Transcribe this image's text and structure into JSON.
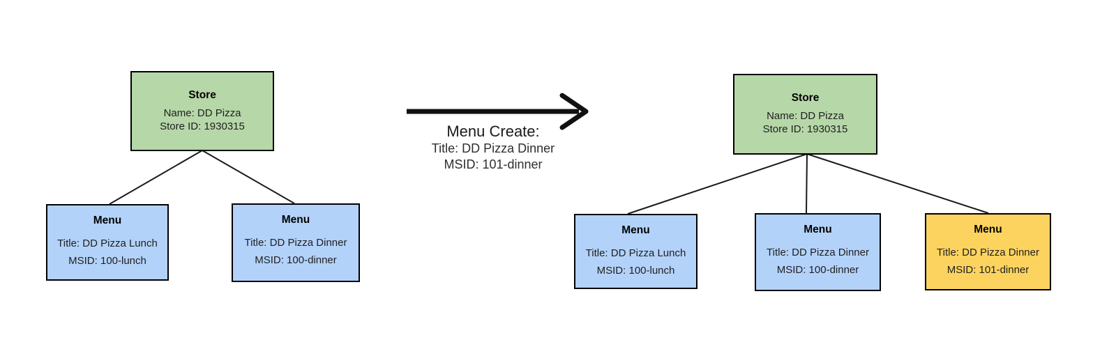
{
  "colors": {
    "store_fill": "#b6d7a8",
    "menu_fill": "#b3d2f9",
    "new_menu_fill": "#fbd35e",
    "box_border": "#000000",
    "connector_line": "#1a1a1a",
    "arrow": "#111111",
    "text": "#1f1f1f"
  },
  "before": {
    "store": {
      "title": "Store",
      "name": "Name: DD Pizza",
      "store_id": "Store ID: 1930315"
    },
    "menus": [
      {
        "title": "Menu",
        "menu_title": "Title: DD Pizza Lunch",
        "msid": "MSID: 100-lunch"
      },
      {
        "title": "Menu",
        "menu_title": "Title: DD Pizza Dinner",
        "msid": "MSID: 100-dinner"
      }
    ]
  },
  "transition": {
    "title": "Menu Create:",
    "line1": "Title: DD Pizza Dinner",
    "line2": "MSID: 101-dinner"
  },
  "after": {
    "store": {
      "title": "Store",
      "name": "Name: DD Pizza",
      "store_id": "Store ID: 1930315"
    },
    "menus": [
      {
        "title": "Menu",
        "menu_title": "Title: DD Pizza Lunch",
        "msid": "MSID: 100-lunch"
      },
      {
        "title": "Menu",
        "menu_title": "Title: DD Pizza Dinner",
        "msid": "MSID: 100-dinner"
      },
      {
        "title": "Menu",
        "menu_title": "Title: DD Pizza Dinner",
        "msid": "MSID: 101-dinner",
        "is_new": true
      }
    ]
  }
}
